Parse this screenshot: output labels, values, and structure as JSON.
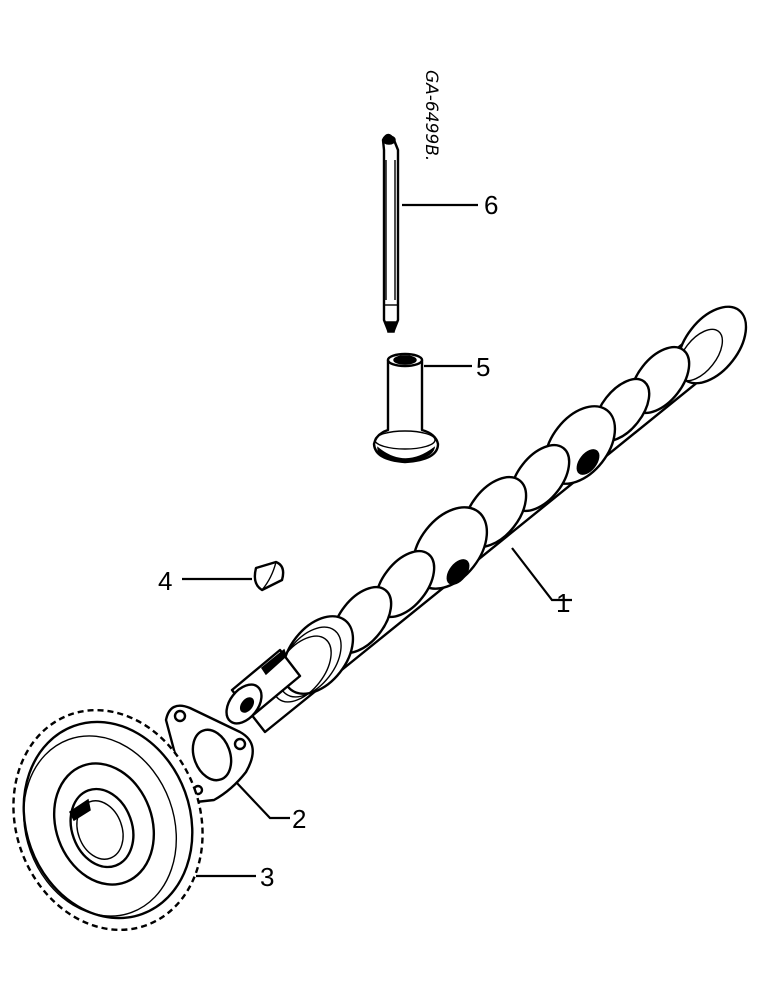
{
  "reference_code": "GA-6499B.",
  "callouts": {
    "camshaft": "1",
    "thrust_plate": "2",
    "gear": "3",
    "key": "4",
    "tappet": "5",
    "push_rod": "6"
  }
}
